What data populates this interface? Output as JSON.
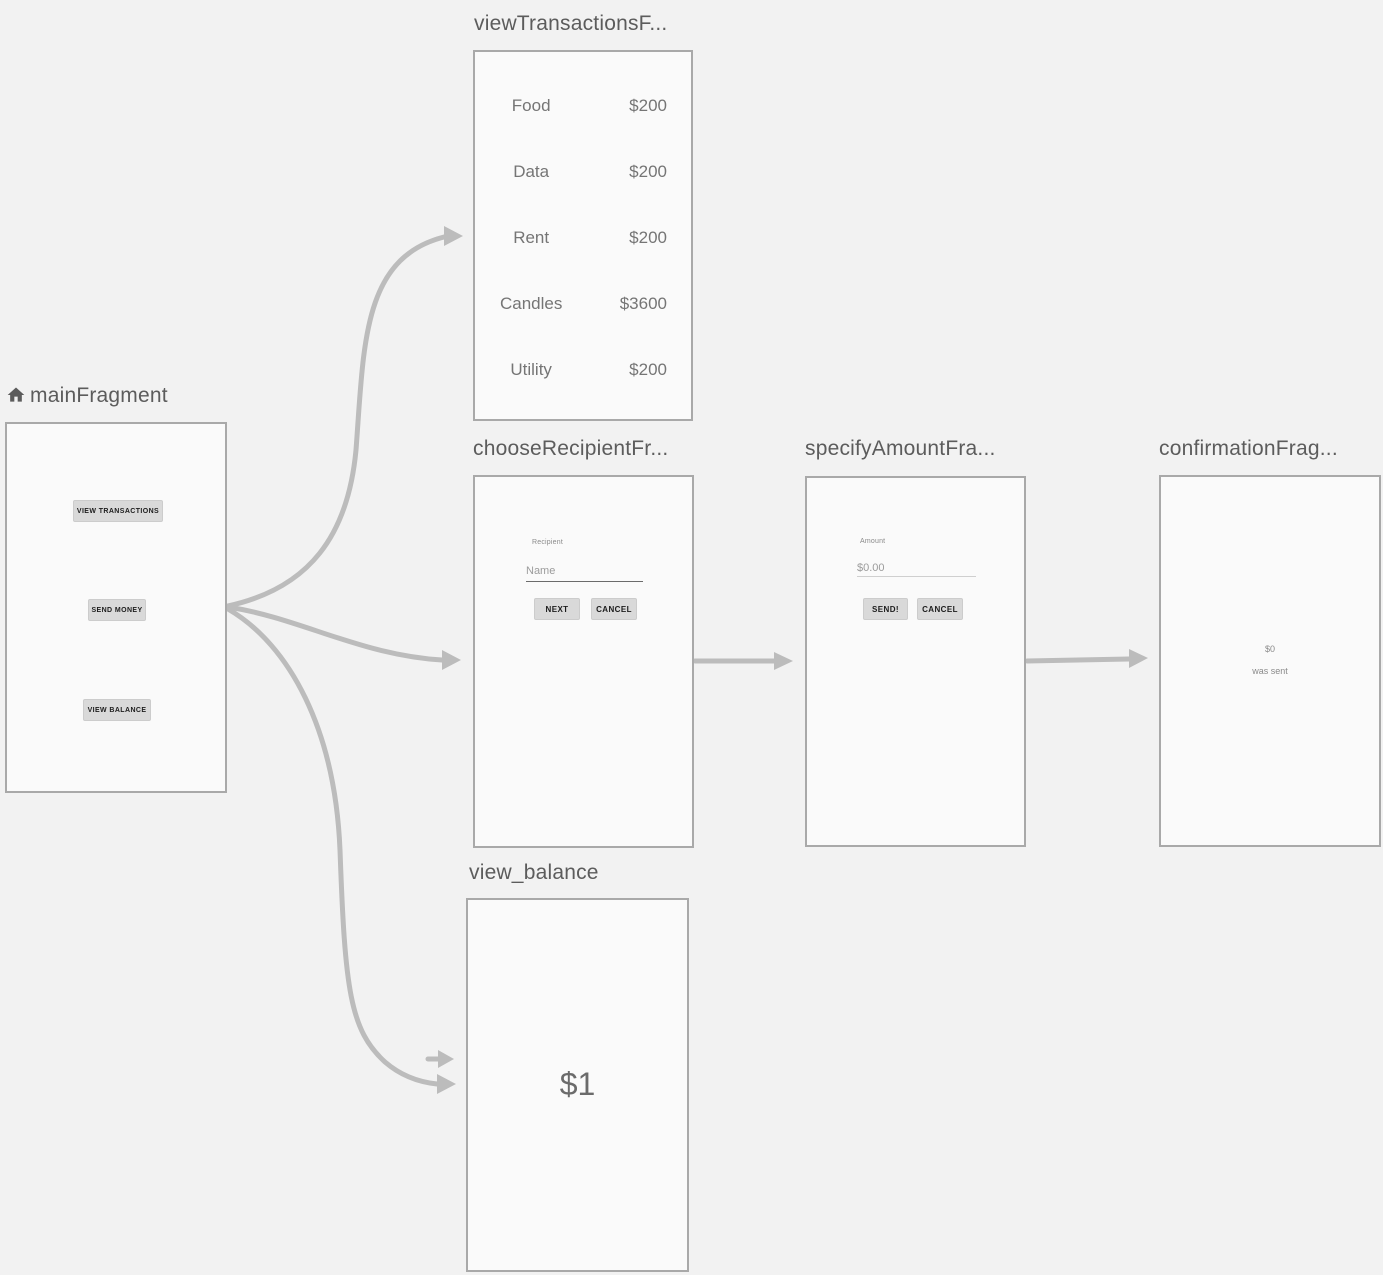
{
  "colors": {
    "canvas_bg": "#f2f2f2",
    "card_bg": "#fafafa",
    "card_border": "#a9a9a9",
    "arrow": "#bcbcbc",
    "title_text": "#5c5c5c",
    "button_bg": "#d9d9d9",
    "row_text": "#757575"
  },
  "fragments": {
    "main": {
      "title": "mainFragment",
      "buttons": {
        "view_transactions": "VIEW TRANSACTIONS",
        "send_money": "SEND MONEY",
        "view_balance": "VIEW BALANCE"
      }
    },
    "view_transactions": {
      "title": "viewTransactionsF...",
      "rows": [
        {
          "label": "Food",
          "amount": "$200"
        },
        {
          "label": "Data",
          "amount": "$200"
        },
        {
          "label": "Rent",
          "amount": "$200"
        },
        {
          "label": "Candles",
          "amount": "$3600"
        },
        {
          "label": "Utility",
          "amount": "$200"
        }
      ]
    },
    "choose_recipient": {
      "title": "chooseRecipientFr...",
      "field_label": "Recipient",
      "input_placeholder": "Name",
      "next_button": "NEXT",
      "cancel_button": "CANCEL"
    },
    "specify_amount": {
      "title": "specifyAmountFra...",
      "field_label": "Amount",
      "input_placeholder": "$0.00",
      "send_button": "SEND!",
      "cancel_button": "CANCEL"
    },
    "confirmation": {
      "title": "confirmationFrag...",
      "amount": "$0",
      "subtitle": "was sent"
    },
    "view_balance": {
      "title": "view_balance",
      "balance": "$1"
    }
  }
}
